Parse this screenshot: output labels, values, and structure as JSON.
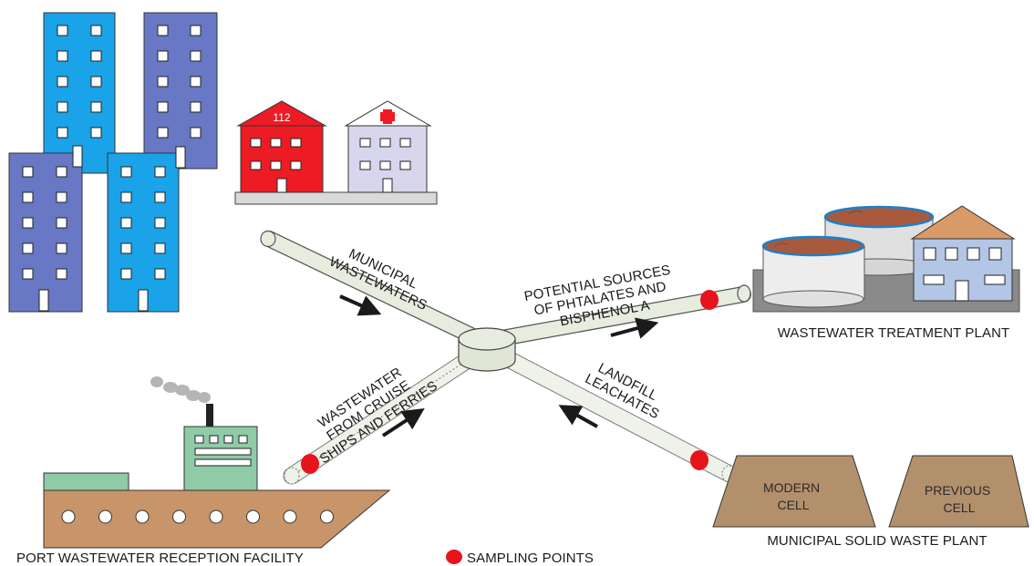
{
  "diagram": {
    "pipe_labels": {
      "municipal": [
        "MUNICIPAL",
        "WASTEWATERS"
      ],
      "potential": [
        "POTENTIAL SOURCES",
        "OF PHTALATES AND",
        "BISPHENOL A"
      ],
      "cruise": [
        "WASTEWATER",
        "FROM CRUISE",
        "SHIPS AND FERRIES"
      ],
      "landfill": [
        "LANDFILL",
        "LEACHATES"
      ]
    },
    "hospital_number": "112",
    "facilities": {
      "wwtp": "WASTEWATER TREATMENT PLANT",
      "port": "PORT WASTEWATER RECEPTION FACILITY",
      "solid_waste": "MUNICIPAL SOLID WASTE PLANT"
    },
    "cells": {
      "modern": [
        "MODERN",
        "CELL"
      ],
      "previous": [
        "PREVIOUS",
        "CELL"
      ]
    },
    "legend": {
      "sampling_points": "SAMPLING POINTS"
    },
    "colors": {
      "pipe": "#e6eddf",
      "pipe_stroke": "#6a6a6a",
      "sampling_point": "#e8141c",
      "building_blue": "#1aa3e8",
      "building_indigo": "#6878c4",
      "hospital_red": "#ed1c24",
      "hospital_lilac": "#d8d6ec",
      "ship_hull": "#c8946a",
      "ship_cabin": "#8fcba6",
      "landfill": "#b3906c",
      "tank_liquid": "#a95a3c",
      "plant_building": "#b3c6e6",
      "plant_roof": "#d89a68"
    }
  }
}
